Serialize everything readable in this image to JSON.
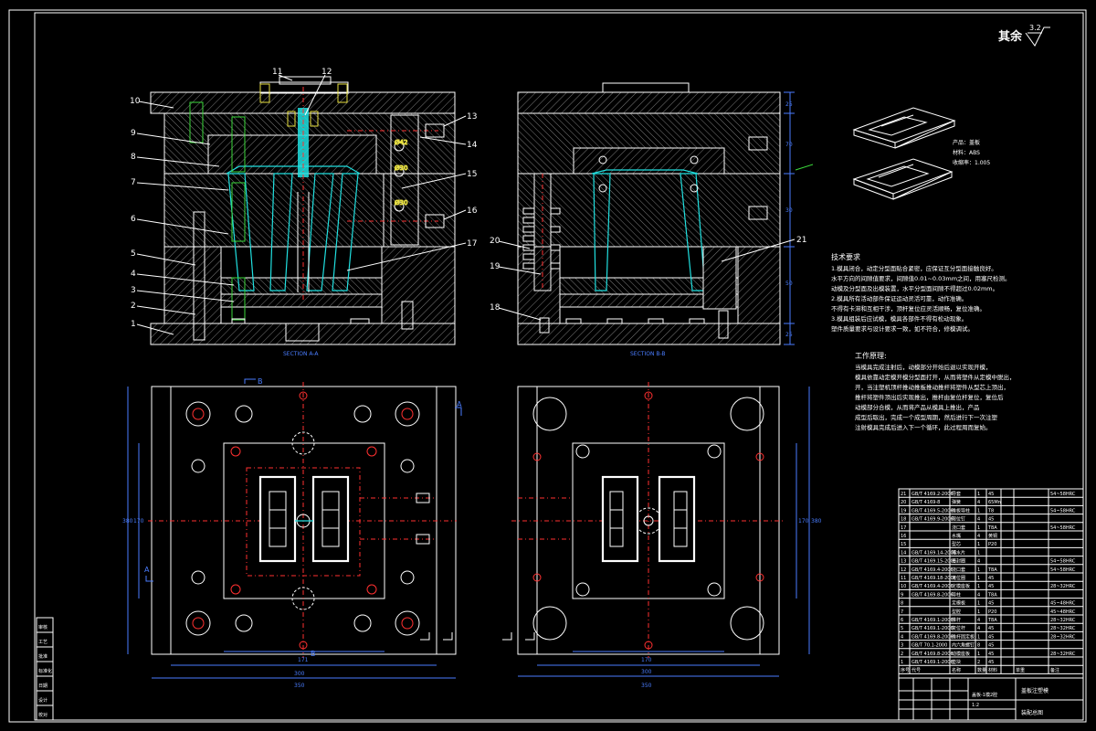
{
  "roughness": {
    "label": "其余",
    "value": "3.2"
  },
  "section_labels": {
    "a": "SECTION A-A",
    "b": "SECTION B-B"
  },
  "callouts_left": [
    "10",
    "9",
    "8",
    "7",
    "6",
    "5",
    "4",
    "3",
    "2",
    "1"
  ],
  "callouts_top": [
    "11",
    "12"
  ],
  "callouts_right": [
    "13",
    "14",
    "15",
    "16",
    "17"
  ],
  "callouts_b": [
    "20",
    "19",
    "18",
    "21"
  ],
  "section_b_dims": [
    "25",
    "70",
    "30",
    "50",
    "25"
  ],
  "plate_labels": [
    "Ø42",
    "Ø30",
    "Ø30"
  ],
  "product": {
    "line1": "产品：盖板",
    "line2": "材料：ABS",
    "line3": "收缩率：1.005"
  },
  "tech_requirements": {
    "title": "技术要求",
    "lines": [
      "1.模具闭合，动定分型面贴合紧密，应保证互分型面接触良好。",
      "水平方向的间隙值要求，间隙值0.01~0.03mm之间，用塞尺检测。",
      "动模及分型面及出模装置，水平分型面间隙不得超过0.02mm。",
      "2.模具所有活动部件保证运动灵活可靠，动作准确。",
      "不得有卡滞和互相干涉，顶杆复位应灵活顺畅，复位准确。",
      "3.模具组装后应试模，模具各部件不得有松动现象。",
      "塑件质量要求与设计要求一致，如不符合，修模调试。"
    ]
  },
  "working_process": {
    "title": "工作原理:",
    "lines": [
      "当模具完成注射后，动模部分开始后退以实现开模，",
      "模具依靠动定模开模分型面打开，从而将塑件从定模中脱出，",
      "开，当注塑机顶杆推动推板推动推杆将塑件从型芯上顶出，",
      "推杆将塑件顶出后实现推出，推杆由复位杆复位，复位后",
      "动模部分合模，从而将产品从模具上推出，产品",
      "成型后取出，完成一个成型周期，然后进行下一次注塑",
      "注射模具完成后进入下一个循环，此过程周而复始。"
    ]
  },
  "dims_left": {
    "bottom_inner": "171",
    "bottom_mid": "300",
    "bottom_outer": "350",
    "side_inner": "170",
    "side_outer": "380"
  },
  "dims_right": {
    "bottom_inner": "170",
    "bottom_mid": "300",
    "bottom_outer": "350",
    "side_inner": "170",
    "side_outer": "380"
  },
  "view_marks": {
    "a": "A",
    "b": "B"
  },
  "bom_rows": [
    [
      "21",
      "GB/T 4169.2-2006",
      "导套",
      "1",
      "45",
      "",
      "54~58HRC"
    ],
    [
      "20",
      "GB/T 4169-8",
      "弹簧",
      "4",
      "65Mn",
      "",
      ""
    ],
    [
      "19",
      "GB/T 4169.5-2006",
      "推板导柱",
      "1",
      "T8",
      "",
      "54~58HRC"
    ],
    [
      "18",
      "GB/T 4169.9-2006",
      "限位钉",
      "4",
      "45",
      "",
      ""
    ],
    [
      "17",
      "",
      "浇口套",
      "1",
      "T8A",
      "",
      "54~58HRC"
    ],
    [
      "16",
      "",
      "水嘴",
      "4",
      "黄铜",
      "",
      ""
    ],
    [
      "15",
      "",
      "型芯",
      "1",
      "P20",
      "",
      ""
    ],
    [
      "14",
      "GB/T 4169.14-2006",
      "隔水片",
      "1",
      "",
      "",
      ""
    ],
    [
      "13",
      "GB/T 4169.15-2006",
      "密封圈",
      "4",
      "",
      "",
      "54~58HRC"
    ],
    [
      "12",
      "GB/T 4169.4-2006",
      "浇口套",
      "1",
      "T8A",
      "",
      "54~58HRC"
    ],
    [
      "11",
      "GB/T 4169.18-2006",
      "定位圈",
      "1",
      "45",
      "",
      ""
    ],
    [
      "10",
      "GB/T 4169.4-2006",
      "定模座板",
      "1",
      "45",
      "",
      "28~32HRC"
    ],
    [
      "9",
      "GB/T 4169.8-2006",
      "导柱",
      "4",
      "T8A",
      "",
      ""
    ],
    [
      "8",
      "",
      "定模板",
      "1",
      "45",
      "",
      "45~48HRC"
    ],
    [
      "7",
      "",
      "型腔",
      "1",
      "P20",
      "",
      "45~48HRC"
    ],
    [
      "6",
      "GB/T 4169.1-2006",
      "推杆",
      "4",
      "T8A",
      "",
      "28~32HRC"
    ],
    [
      "5",
      "GB/T 4169.1-2006",
      "复位杆",
      "4",
      "45",
      "",
      "28~32HRC"
    ],
    [
      "4",
      "GB/T 4169.8-2006",
      "推杆固定板",
      "1",
      "45",
      "",
      "28~32HRC"
    ],
    [
      "3",
      "GB/T 70.1-2000",
      "内六角螺钉",
      "8",
      "45",
      "",
      ""
    ],
    [
      "2",
      "GB/T 4169.8-2006",
      "动模座板",
      "1",
      "45",
      "",
      "28~32HRC"
    ],
    [
      "1",
      "GB/T 4169.1-2006",
      "垫块",
      "2",
      "45",
      "",
      ""
    ]
  ],
  "bom_header": [
    "序号",
    "代号",
    "名称",
    "数量",
    "材料",
    "单重",
    "备注"
  ],
  "title_block": {
    "part": "盖板注塑模",
    "sheet": "装配总图",
    "drawing": "盖板-1模2腔",
    "scale": "1:2"
  },
  "left_strip": [
    "审核",
    "工艺",
    "批准",
    "标准化",
    "日期",
    "设计",
    "校对"
  ],
  "colors": {
    "bg": "#000000",
    "line": "#ffffff",
    "dim": "#4a7dff",
    "center": "#ff3030",
    "cyan": "#20e0e0",
    "green": "#3bd93b"
  }
}
